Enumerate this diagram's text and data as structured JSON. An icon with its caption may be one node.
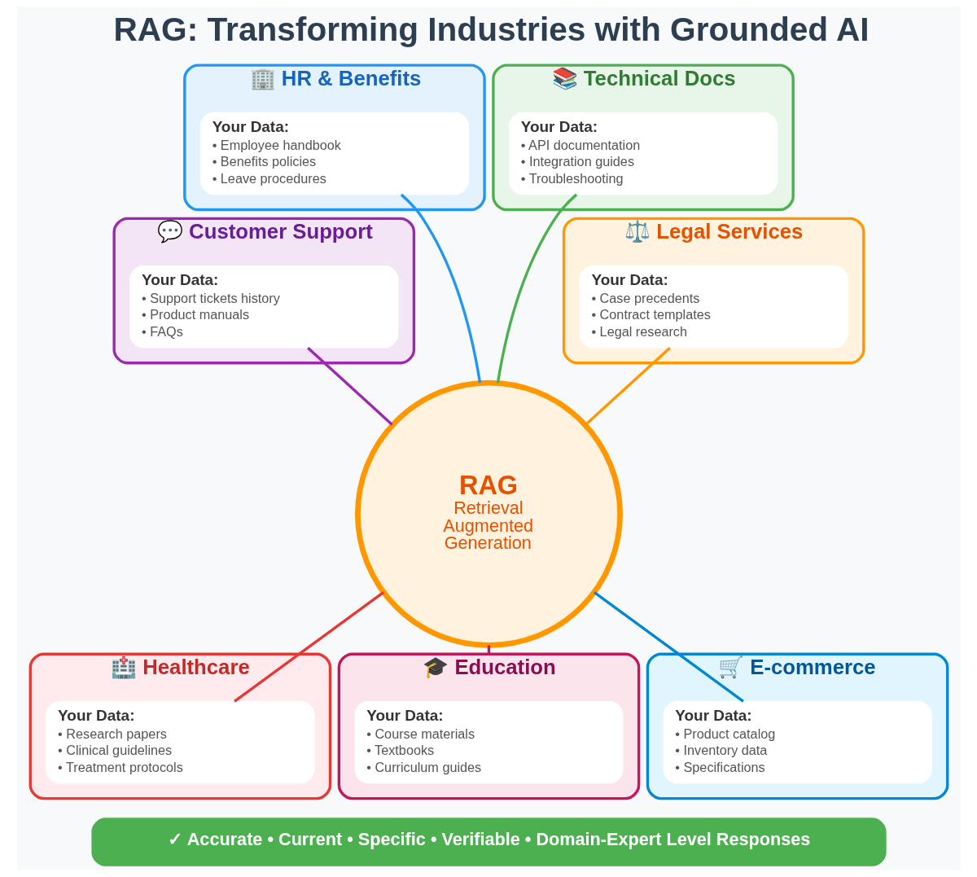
{
  "diagram": {
    "title": "RAG: Transforming Industries with Grounded AI",
    "nodes": [
      {
        "text": [
          "🏢 HR & Benefits"
        ]
      },
      {
        "text": [
          "Your Data:",
          "• Employee handbook",
          "• Benefits policies",
          "• Leave procedures"
        ],
        "in": 0
      },
      {
        "text": [
          "📚 Technical Docs"
        ]
      },
      {
        "text": [
          "Your Data:",
          "• API documentation",
          "• Integration guides",
          "• Troubleshooting"
        ],
        "in": 2
      },
      {
        "text": [
          "💬 Customer Support"
        ]
      },
      {
        "text": [
          "Your Data:",
          "• Support tickets history",
          "• Product manuals",
          "• FAQs"
        ],
        "in": 4
      },
      {
        "text": [
          "RAG",
          "Retrieval Augmented Generation"
        ]
      },
      {
        "text": [
          "⚖️ Legal Services"
        ]
      },
      {
        "text": [
          "Your Data:",
          "• Case precedents",
          "• Contract templates",
          "• Legal research"
        ],
        "in": 7
      },
      {
        "text": [
          "🏥 Healthcare"
        ]
      },
      {
        "text": [
          "Your Data:",
          "• Research papers",
          "• Clinical guidelines",
          "• Treatment protocols"
        ],
        "in": 9
      },
      {
        "text": [
          "🎓 Education"
        ]
      },
      {
        "text": [
          "Your Data:",
          "• Course materials",
          "• Textbooks",
          "• Curriculum guides"
        ],
        "in": 11
      },
      {
        "text": [
          "🛒 E-commerce"
        ]
      },
      {
        "text": [
          "Your Data:",
          "• Product catalog",
          "• Inventory data",
          "• Specifications"
        ],
        "in": 13
      },
      {
        "text": [
          "✓ Accurate • Current • Specific • Verifiable • Domain-Expert Level Responses"
        ]
      }
    ],
    "edges": [
      {
        "from": 1,
        "to": 6,
        "arrow": "none",
        "color": "#2196f3"
      },
      {
        "from": 3,
        "to": 6,
        "arrow": "none",
        "color": "#4caf50"
      },
      {
        "from": 5,
        "to": 6,
        "arrow": "none",
        "color": "#9c27b0"
      },
      {
        "from": 8,
        "to": 6,
        "arrow": "none",
        "color": "#ff9800"
      },
      {
        "from": 6,
        "to": 10,
        "arrow": "none",
        "color": "#e53935"
      },
      {
        "from": 6,
        "to": 11,
        "arrow": "none",
        "color": "#c2185b"
      },
      {
        "from": 6,
        "to": 14,
        "arrow": "none",
        "color": "#0288d1"
      }
    ]
  }
}
